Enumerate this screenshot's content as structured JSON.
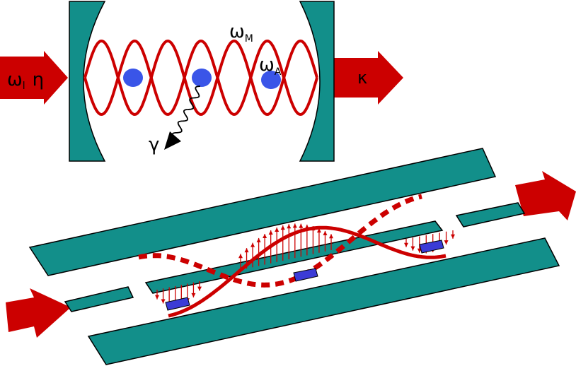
{
  "labels": {
    "drive": "ω",
    "drive_sub": "l",
    "drive_rate": "η",
    "cavity_loss": "κ",
    "mode_freq": "ω",
    "mode_freq_sub": "M",
    "atom_freq": "ω",
    "atom_freq_sub": "A",
    "spontaneous_emission": "γ"
  },
  "colors": {
    "teal": "#128f8a",
    "red": "#cc0000",
    "atom_blue": "#3a55e8",
    "qubit_blue": "#3b3bd6"
  },
  "icons": {
    "drive_arrow": "right-arrow-icon",
    "loss_arrow": "right-arrow-icon",
    "emission": "wavy-arrow-icon"
  }
}
